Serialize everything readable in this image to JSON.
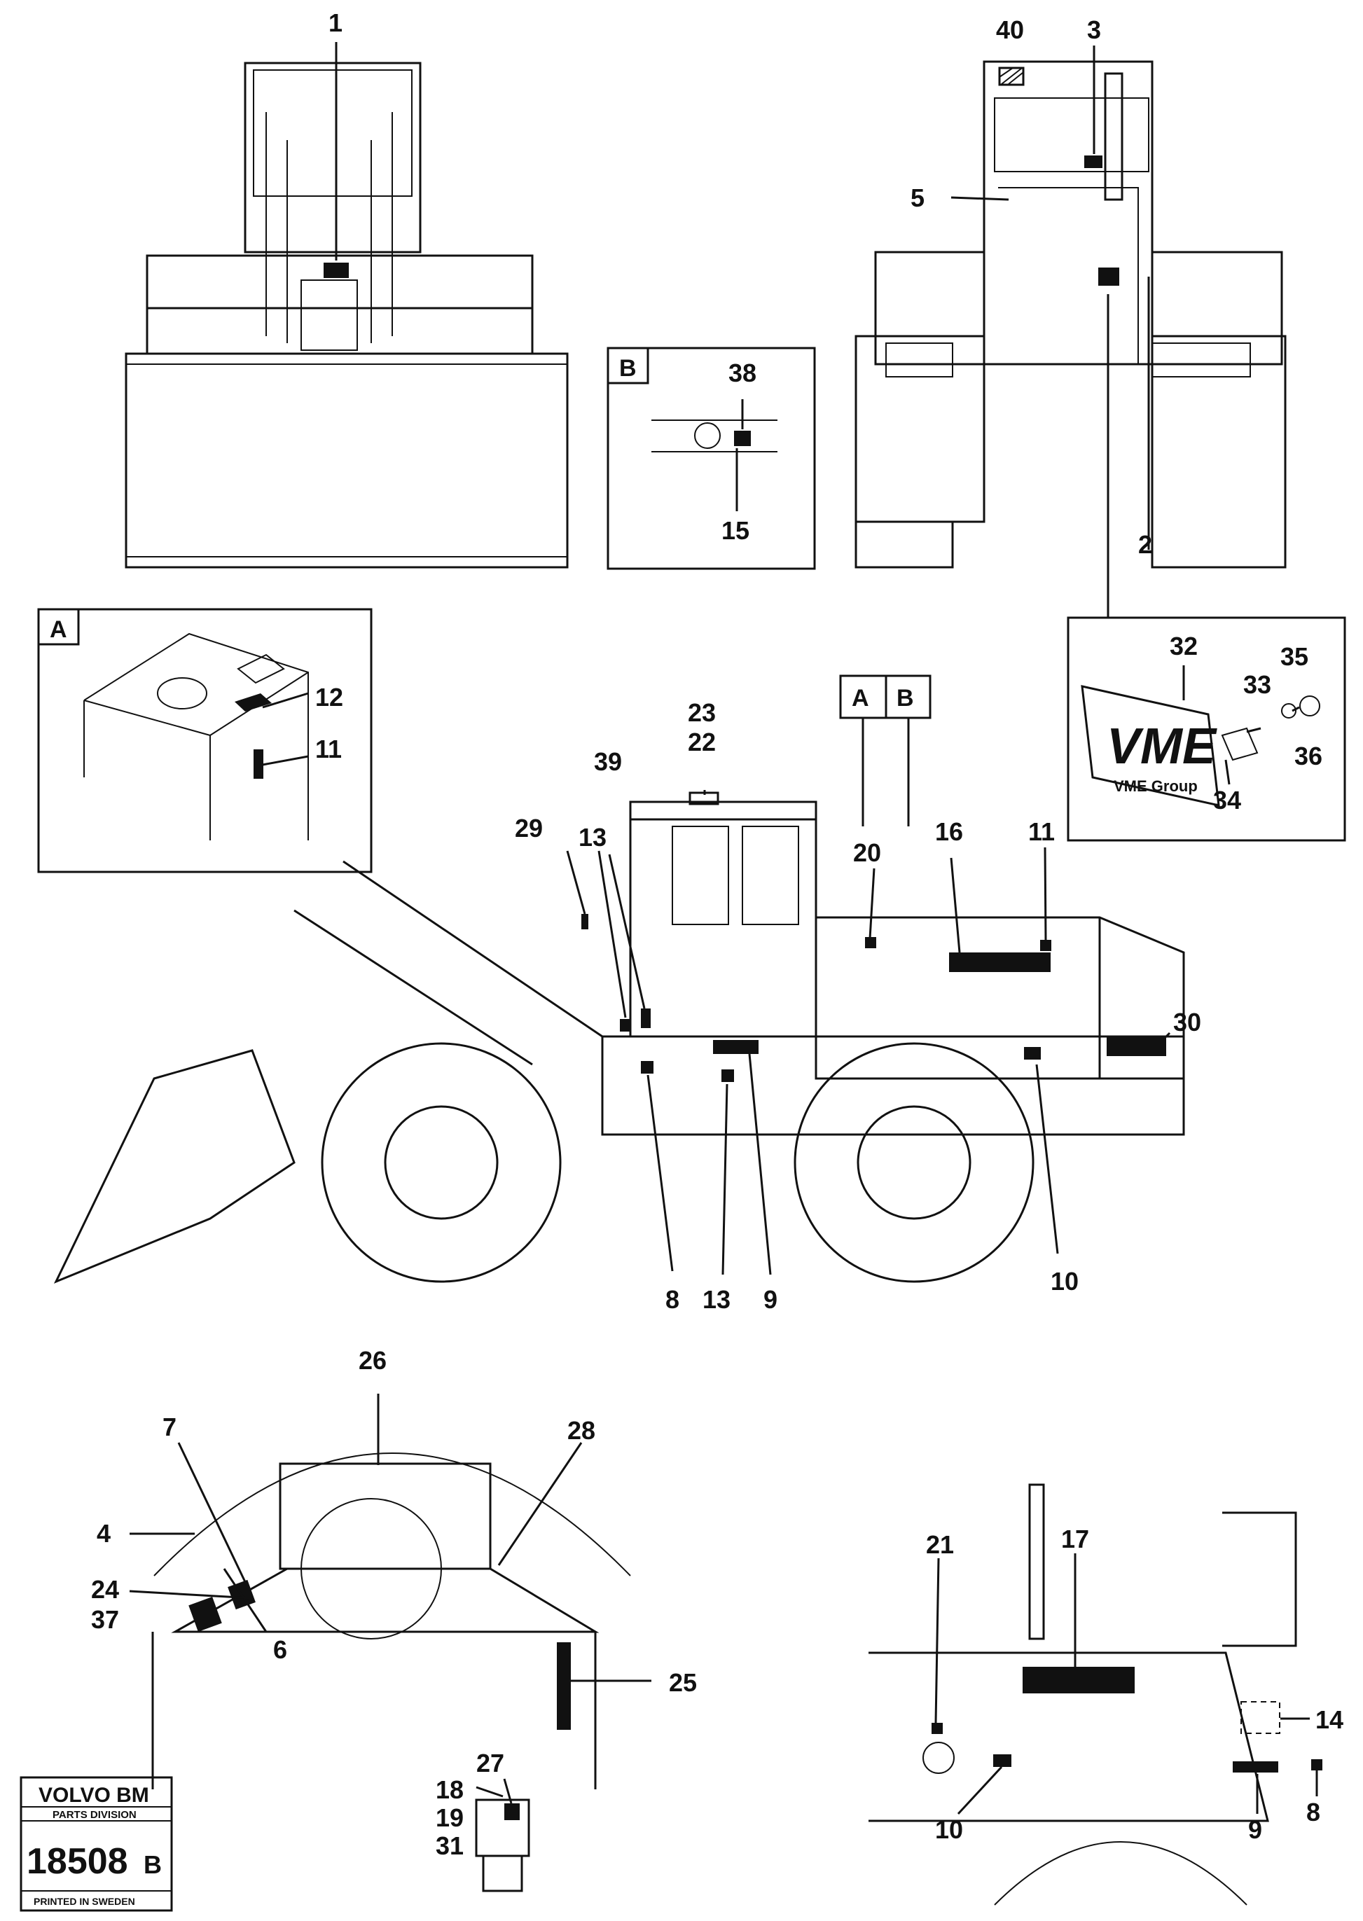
{
  "callouts": {
    "c1": "1",
    "c2": "2",
    "c3": "3",
    "c4": "4",
    "c5": "5",
    "c6": "6",
    "c7": "7",
    "c8": "8",
    "c8b": "8",
    "c9": "9",
    "c9b": "9",
    "c10": "10",
    "c10b": "10",
    "c11": "11",
    "c11b": "11",
    "c12": "12",
    "c13": "13",
    "c13b": "13",
    "c14": "14",
    "c15": "15",
    "c16": "16",
    "c17": "17",
    "c18": "18",
    "c19": "19",
    "c20": "20",
    "c21": "21",
    "c22": "22",
    "c23": "23",
    "c24": "24",
    "c25": "25",
    "c26": "26",
    "c27": "27",
    "c28": "28",
    "c29": "29",
    "c30": "30",
    "c31": "31",
    "c32": "32",
    "c33": "33",
    "c34": "34",
    "c35": "35",
    "c36": "36",
    "c37": "37",
    "c38": "38",
    "c39": "39",
    "c40": "40"
  },
  "detail_labels": {
    "a": "A",
    "b": "B",
    "ref_a": "A",
    "ref_b": "B"
  },
  "logo": {
    "wordmark": "VME",
    "group_text": "VME Group"
  },
  "stamp": {
    "brand": "VOLVO BM",
    "division": "PARTS DIVISION",
    "number": "18508",
    "suffix": "B",
    "printed": "PRINTED IN SWEDEN"
  }
}
